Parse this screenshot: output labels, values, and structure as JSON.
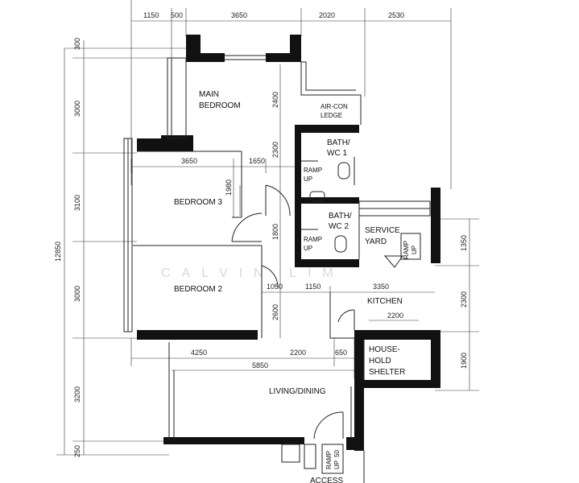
{
  "dims": {
    "top": [
      "1150",
      "500",
      "3650",
      "2020",
      "2530"
    ],
    "left": [
      "300",
      "3000",
      "3100",
      "3000",
      "3200",
      "250"
    ],
    "total_left": "12850",
    "right": [
      "1350",
      "2300",
      "1900"
    ],
    "inner": {
      "b3_w": "3650",
      "b3_w2": "1650",
      "b3_h": "1980",
      "main_h": "2400",
      "bath1_h": "2300",
      "corr_h": "1800",
      "b2_h": "2600",
      "row1": "1050",
      "row2": "1150",
      "row3": "3350",
      "kitchen_w": "2200",
      "bot1": "4250",
      "bot2": "2200",
      "bot3": "650",
      "living_w": "5850",
      "ramp_h": "50"
    }
  },
  "rooms": {
    "main_bedroom": [
      "MAIN",
      "BEDROOM"
    ],
    "aircon": [
      "AIR-CON",
      "LEDGE"
    ],
    "bath1": [
      "BATH/",
      "WC  1"
    ],
    "bath2": [
      "BATH/",
      "WC  2"
    ],
    "bedroom3": "BEDROOM  3",
    "bedroom2": "BEDROOM  2",
    "service": [
      "SERVICE",
      "YARD"
    ],
    "kitchen": "KITCHEN",
    "shelter": [
      "HOUSE-",
      "HOLD",
      "SHELTER"
    ],
    "living": "LIVING/DINING",
    "access": "ACCESS",
    "ramp": [
      "RAMP",
      "UP"
    ]
  },
  "watermark": "CALVIN LIM"
}
